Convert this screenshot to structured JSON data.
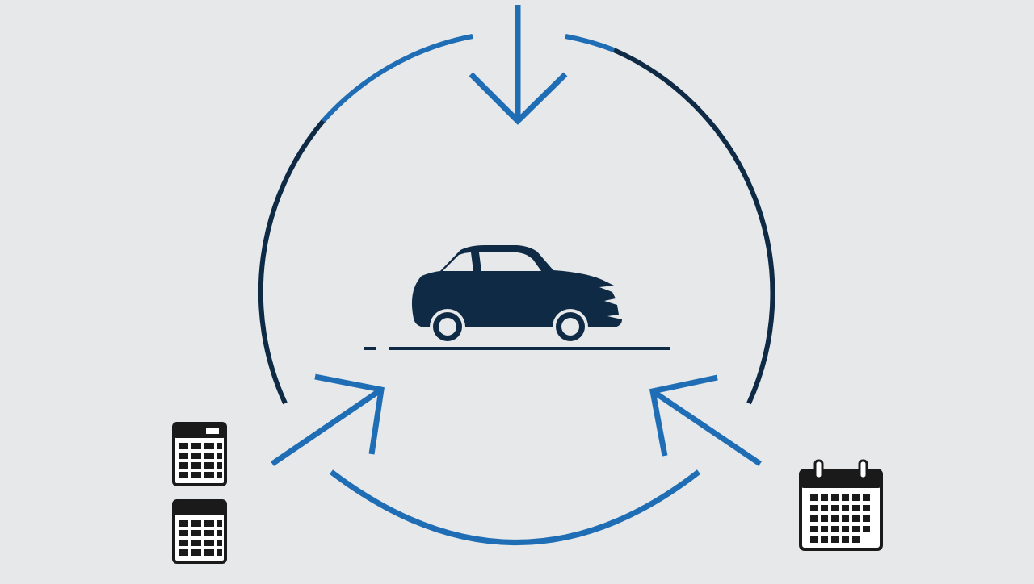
{
  "colors": {
    "background": "#e6e8ea",
    "accent_blue": "#1f6eb5",
    "navy": "#0f2a45",
    "icon_dark": "#1a1a1a",
    "icon_fill": "#ffffff"
  },
  "diagram": {
    "center_icon": "car-icon",
    "cycle_segments": [
      "arc-top-left",
      "arc-top-right",
      "arc-left",
      "arc-right",
      "arc-bottom"
    ],
    "arrows": [
      {
        "name": "arrow-top-down",
        "direction": "down"
      },
      {
        "name": "arrow-lower-left",
        "direction": "up-right"
      },
      {
        "name": "arrow-lower-right",
        "direction": "up-left"
      }
    ],
    "side_icons": [
      "calculator-icon",
      "calculator-icon",
      "calendar-icon"
    ]
  }
}
